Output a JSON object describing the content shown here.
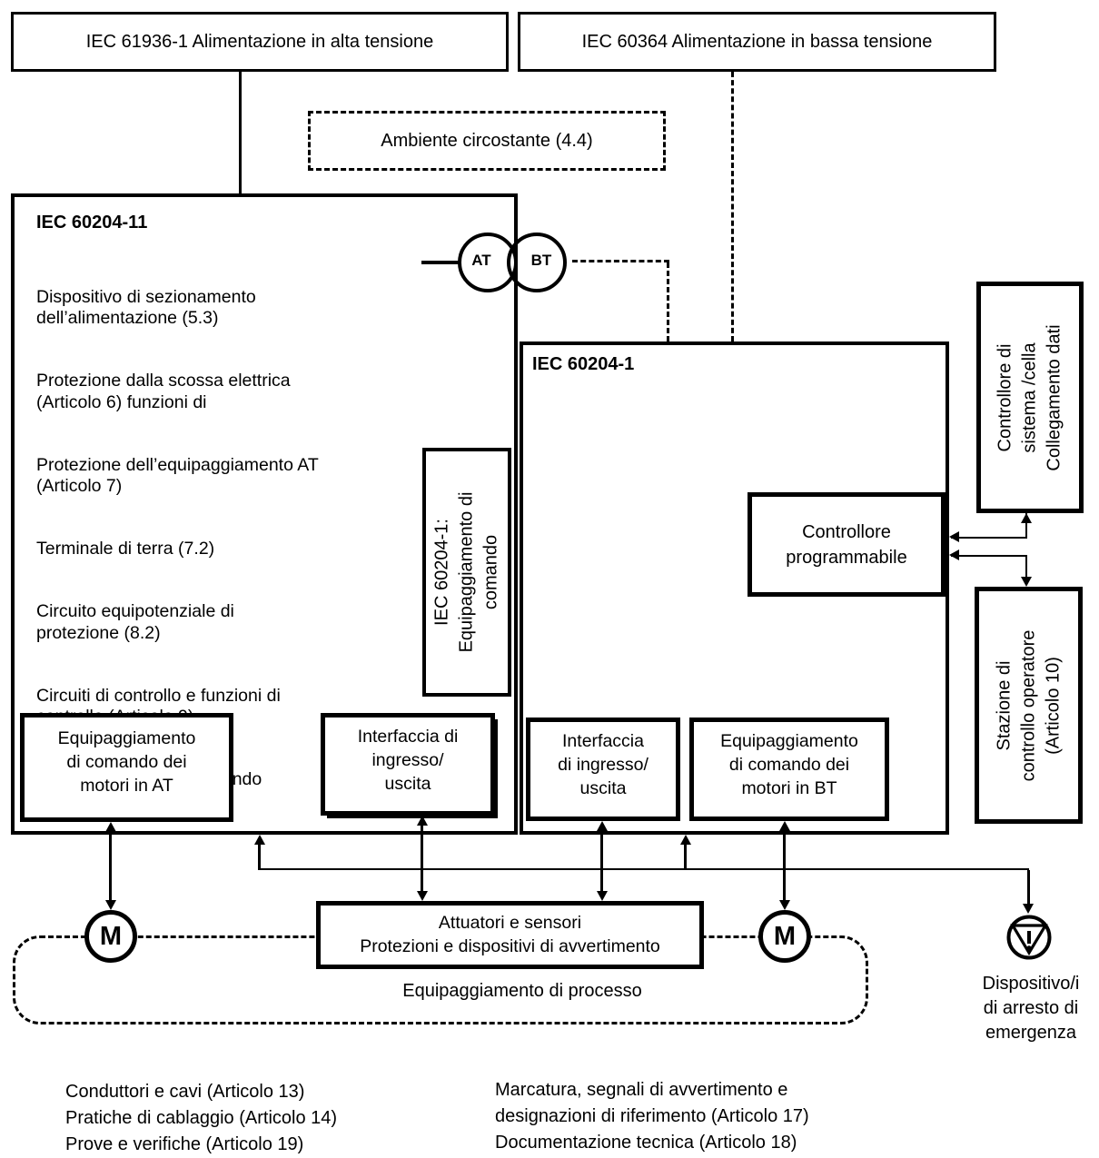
{
  "palette": {
    "line": "#000000",
    "background": "#ffffff"
  },
  "top": {
    "hv_supply": "IEC 61936-1 Alimentazione in alta tensione",
    "lv_supply": "IEC 60364 Alimentazione in bassa tensione",
    "ambiente": "Ambiente circostante (4.4)"
  },
  "transformer": {
    "primary_label": "AT",
    "secondary_label": "BT"
  },
  "iec60204_11": {
    "title": "IEC 60204-11",
    "items": [
      "Dispositivo di sezionamento\ndell’alimentazione (5.3)",
      "Protezione dalla scossa elettrica\n(Articolo 6) funzioni di",
      "Protezione dell’equipaggiamento AT\n(Articolo 7)",
      "Terminale di terra (7.2)",
      "Circuito equipotenziale di\nprotezione (8.2)",
      "Circuiti di controllo e funzioni di\ncontrollo (Articolo 9)",
      "Apparecchiature di comando\n(Articolo 12)"
    ]
  },
  "iec60204_1": {
    "title": "IEC 60204-1"
  },
  "comando_box": "IEC 60204-1:\nEquipaggiamento di\ncomando",
  "plc_box": "Controllore\nprogrammabile",
  "sistema_box": "Controllore di\nsistema /cella\nCollegamento dati",
  "stazione_box": "Stazione di\ncontrollo operatore\n(Articolo 10)",
  "equipment_row": {
    "motors_at": "Equipaggiamento\ndi comando dei\nmotori in AT",
    "io_interface_at": "Interfaccia di\ningresso/\nuscita",
    "io_interface_bt": "Interfaccia\ndi ingresso/\nuscita",
    "motors_bt": "Equipaggiamento\ndi comando dei\nmotori in BT"
  },
  "process": {
    "actuators_box": "Attuatori e sensori\nProtezioni e dispositivi di avvertimento",
    "process_label": "Equipaggiamento di processo",
    "motor_label": "M",
    "estop_label": "Dispositivo/i\ndi arresto di\nemergenza"
  },
  "footnotes": {
    "left": "Conduttori e cavi (Articolo 13)\nPratiche di cablaggio (Articolo 14)\nProve e verifiche (Articolo 19)",
    "right": "Marcatura, segnali di avvertimento e\ndesignazioni di riferimento (Articolo 17)\nDocumentazione tecnica (Articolo 18)"
  }
}
